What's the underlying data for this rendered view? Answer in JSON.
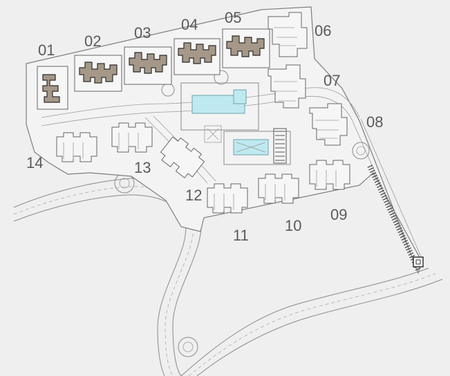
{
  "plots": [
    {
      "id": "01",
      "label": "01",
      "sold": true
    },
    {
      "id": "02",
      "label": "02",
      "sold": true
    },
    {
      "id": "03",
      "label": "03",
      "sold": true
    },
    {
      "id": "04",
      "label": "04",
      "sold": true
    },
    {
      "id": "05",
      "label": "05",
      "sold": true
    },
    {
      "id": "06",
      "label": "06",
      "sold": false
    },
    {
      "id": "07",
      "label": "07",
      "sold": false
    },
    {
      "id": "08",
      "label": "08",
      "sold": false
    },
    {
      "id": "09",
      "label": "09",
      "sold": false
    },
    {
      "id": "10",
      "label": "10",
      "sold": false
    },
    {
      "id": "11",
      "label": "11",
      "sold": false
    },
    {
      "id": "12",
      "label": "12",
      "sold": false
    },
    {
      "id": "13",
      "label": "13",
      "sold": false
    },
    {
      "id": "14",
      "label": "14",
      "sold": false
    }
  ],
  "colors": {
    "background": "#efefef",
    "sold_fill": "#a69888",
    "pool_water": "#bfe9f0",
    "line": "#7d7d7d"
  }
}
